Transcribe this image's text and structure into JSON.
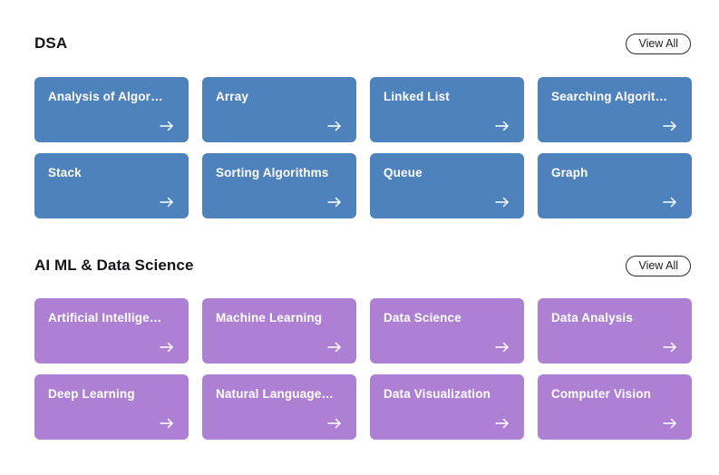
{
  "sections": [
    {
      "id": "dsa",
      "title": "DSA",
      "view_all_label": "View All",
      "accent_color": "#4e82bd",
      "cards": [
        {
          "label": "Analysis of Algor…",
          "arrow_icon": "arrow-right-icon"
        },
        {
          "label": "Array",
          "arrow_icon": "arrow-right-icon"
        },
        {
          "label": "Linked List",
          "arrow_icon": "arrow-right-icon"
        },
        {
          "label": "Searching Algorit…",
          "arrow_icon": "arrow-right-icon"
        },
        {
          "label": "Stack",
          "arrow_icon": "arrow-right-icon"
        },
        {
          "label": "Sorting Algorithms",
          "arrow_icon": "arrow-right-icon"
        },
        {
          "label": "Queue",
          "arrow_icon": "arrow-right-icon"
        },
        {
          "label": "Graph",
          "arrow_icon": "arrow-right-icon"
        }
      ]
    },
    {
      "id": "ai-ml-data-science",
      "title": "AI ML & Data Science",
      "view_all_label": "View All",
      "accent_color": "#ae80d4",
      "cards": [
        {
          "label": "Artificial Intellige…",
          "arrow_icon": "arrow-right-icon"
        },
        {
          "label": "Machine Learning",
          "arrow_icon": "arrow-right-icon"
        },
        {
          "label": "Data Science",
          "arrow_icon": "arrow-right-icon"
        },
        {
          "label": "Data Analysis",
          "arrow_icon": "arrow-right-icon"
        },
        {
          "label": "Deep Learning",
          "arrow_icon": "arrow-right-icon"
        },
        {
          "label": "Natural Language…",
          "arrow_icon": "arrow-right-icon"
        },
        {
          "label": "Data Visualization",
          "arrow_icon": "arrow-right-icon"
        },
        {
          "label": "Computer Vision",
          "arrow_icon": "arrow-right-icon"
        }
      ]
    }
  ]
}
